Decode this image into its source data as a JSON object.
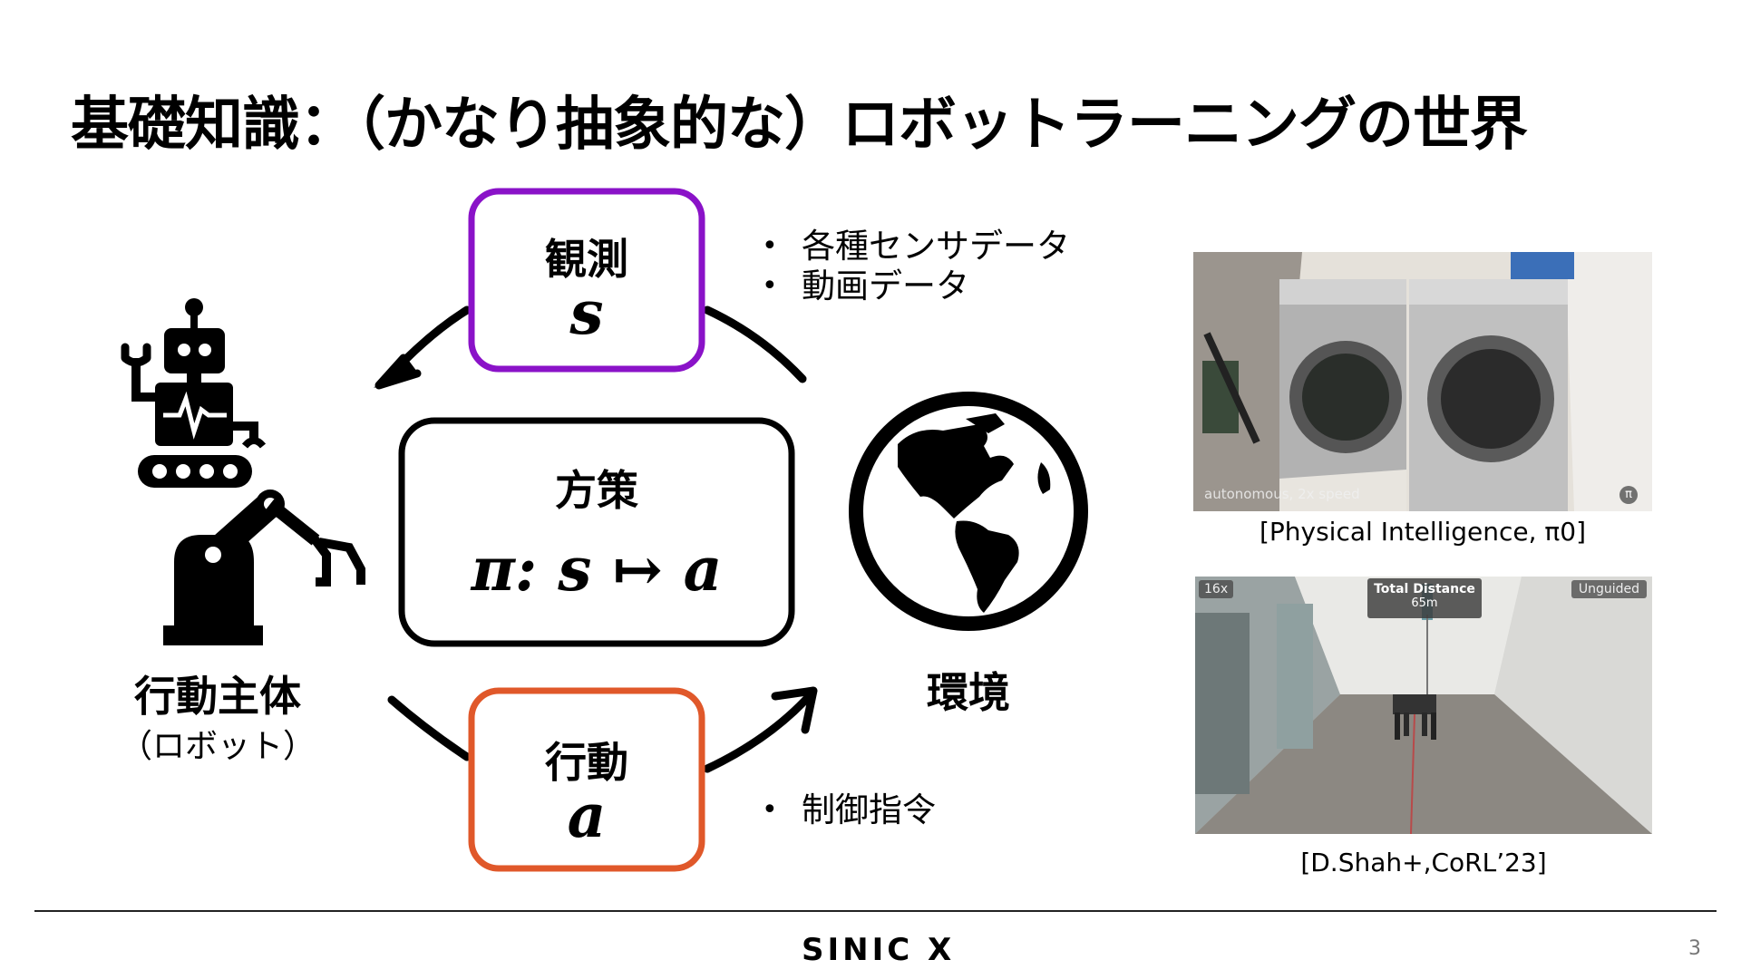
{
  "title": "基礎知識：（かなり抽象的な）ロボットラーニングの世界",
  "observation": {
    "label": "観測",
    "symbol": "s",
    "color": "#8a12c8"
  },
  "policy": {
    "label": "方策",
    "formula": "π: s ↦ a"
  },
  "action": {
    "label": "行動",
    "symbol": "a",
    "color": "#e0582a"
  },
  "agent": {
    "label": "行動主体",
    "sublabel": "（ロボット）",
    "icon": "robot-icon"
  },
  "environment": {
    "label": "環境",
    "icon": "globe-icon"
  },
  "observation_bullets": [
    "各種センサデータ",
    "動画データ"
  ],
  "action_bullets": [
    "制御指令"
  ],
  "photo1": {
    "overlay_text": "autonomous, 2x speed",
    "corner_badge": "π",
    "caption": "[Physical Intelligence, π0]"
  },
  "photo2": {
    "speed_badge": "16x",
    "distance_title": "Total Distance",
    "distance_value": "65m",
    "mode_badge": "Unguided",
    "caption": "[D.Shah+,CoRL’23]"
  },
  "footer": {
    "brand": "SINIC X",
    "page": "3"
  }
}
